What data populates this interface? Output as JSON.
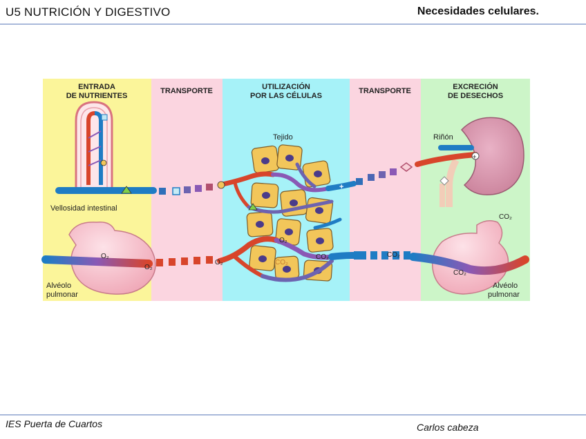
{
  "header": {
    "unit_title": "U5 NUTRICIÓN Y DIGESTIVO",
    "page_title": "Necesidades celulares."
  },
  "footer": {
    "school": "IES Puerta de Cuartos",
    "author": "Carlos cabeza"
  },
  "diagram": {
    "sections": [
      {
        "line1": "ENTRADA",
        "line2": "DE NUTRIENTES",
        "color": "#fbf59a"
      },
      {
        "line1": "TRANSPORTE",
        "line2": "",
        "color": "#fbd5e0"
      },
      {
        "line1": "UTILIZACIÓN",
        "line2": "POR LAS CÉLULAS",
        "color": "#a6f2f8"
      },
      {
        "line1": "TRANSPORTE",
        "line2": "",
        "color": "#fbd5e0"
      },
      {
        "line1": "EXCRECIÓN",
        "line2": "DE DESECHOS",
        "color": "#ccf5c8"
      }
    ],
    "labels": {
      "villus": "Vellosidad intestinal",
      "tissue": "Tejido",
      "kidney": "Riñón",
      "alveolus_left_1": "Alvéolo",
      "alveolus_left_2": "pulmonar",
      "alveolus_right_1": "Alvéolo",
      "alveolus_right_2": "pulmonar",
      "o2_alveolus": "O₂",
      "o2_transport": "O₂",
      "o2_tissue_in": "O₂",
      "o2_cells": "O₂",
      "co2_cells": "CO₂",
      "co2_exit": "CO₂",
      "co2_transport": "CO₂",
      "co2_lung": "CO₂",
      "co2_out": "CO₂"
    },
    "colors": {
      "artery": "#d8452b",
      "vein": "#1f7cc4",
      "cell_fill": "#f2c65a",
      "nucleus": "#4a3b8a",
      "organ_pink": "#f4b8c4"
    }
  }
}
